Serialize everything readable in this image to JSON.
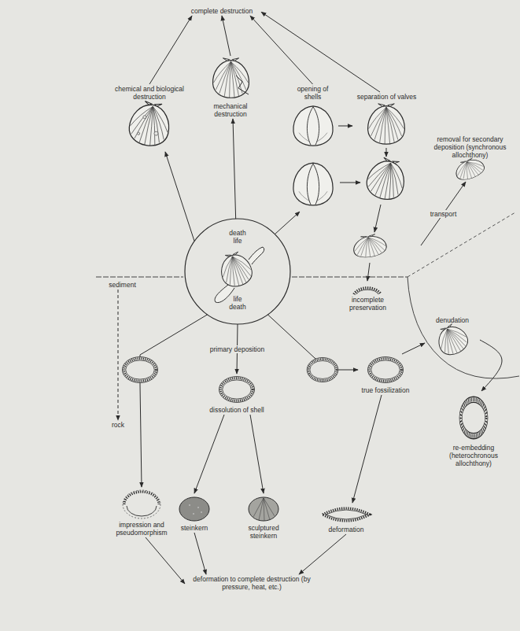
{
  "diagram": {
    "nodes": [
      {
        "text": [
          "complete destruction"
        ]
      },
      {
        "text": [
          "chemical and biological destruction"
        ]
      },
      {
        "text": [
          "mechanical destruction"
        ]
      },
      {
        "text": [
          "opening of shells"
        ]
      },
      {
        "text": [
          "separation of valves"
        ]
      },
      {
        "text": [
          "removal for secondary deposition (synchronous allochthony)"
        ]
      },
      {
        "text": [
          "death",
          "life",
          "life",
          "death"
        ]
      },
      {
        "text": [
          "sediment"
        ]
      },
      {
        "text": [
          "incomplete preservation"
        ]
      },
      {
        "text": [
          "denudation"
        ]
      },
      {
        "text": [
          "rock"
        ]
      },
      {
        "text": [
          "dissolution of shell"
        ]
      },
      {
        "text": [
          "true fossilization"
        ]
      },
      {
        "text": [
          "re-embedding (heterochronous allochthony)"
        ]
      },
      {
        "text": [
          "impression and pseudomorphism"
        ]
      },
      {
        "text": [
          "steinkern"
        ]
      },
      {
        "text": [
          "sculptured steinkern"
        ]
      },
      {
        "text": [
          "deformation"
        ]
      },
      {
        "text": [
          "deformation to complete destruction (by pressure, heat, etc.)"
        ]
      }
    ],
    "edges": [
      {
        "from": 1,
        "to": 0,
        "arrow": "to"
      },
      {
        "from": 2,
        "to": 0,
        "arrow": "to"
      },
      {
        "from": 3,
        "to": 0,
        "arrow": "to"
      },
      {
        "from": 4,
        "to": 0,
        "arrow": "to"
      },
      {
        "from": 6,
        "to": 1,
        "arrow": "to"
      },
      {
        "from": 6,
        "to": 2,
        "arrow": "to"
      },
      {
        "from": 6,
        "to": 3,
        "arrow": "to"
      },
      {
        "from": 3,
        "to": 4,
        "arrow": "to"
      },
      {
        "from": 4,
        "to": 5,
        "label": "transport",
        "arrow": "to"
      },
      {
        "from": 4,
        "to": 8,
        "arrow": "to"
      },
      {
        "from": 7,
        "to": 10,
        "arrow": "to"
      },
      {
        "from": 6,
        "to": 14,
        "arrow": "to"
      },
      {
        "from": 6,
        "to": 11,
        "label": "primary deposition",
        "arrow": "to"
      },
      {
        "from": 6,
        "to": 12,
        "arrow": "to"
      },
      {
        "from": 12,
        "to": 9,
        "arrow": "to"
      },
      {
        "from": 9,
        "to": 13,
        "arrow": "to"
      },
      {
        "from": 12,
        "to": 17,
        "arrow": "to"
      },
      {
        "from": 11,
        "to": 15,
        "arrow": "to"
      },
      {
        "from": 11,
        "to": 16,
        "arrow": "to"
      },
      {
        "from": 14,
        "to": 18,
        "arrow": "to"
      },
      {
        "from": 15,
        "to": 18,
        "arrow": "to"
      },
      {
        "from": 17,
        "to": 18,
        "arrow": "to"
      }
    ]
  }
}
